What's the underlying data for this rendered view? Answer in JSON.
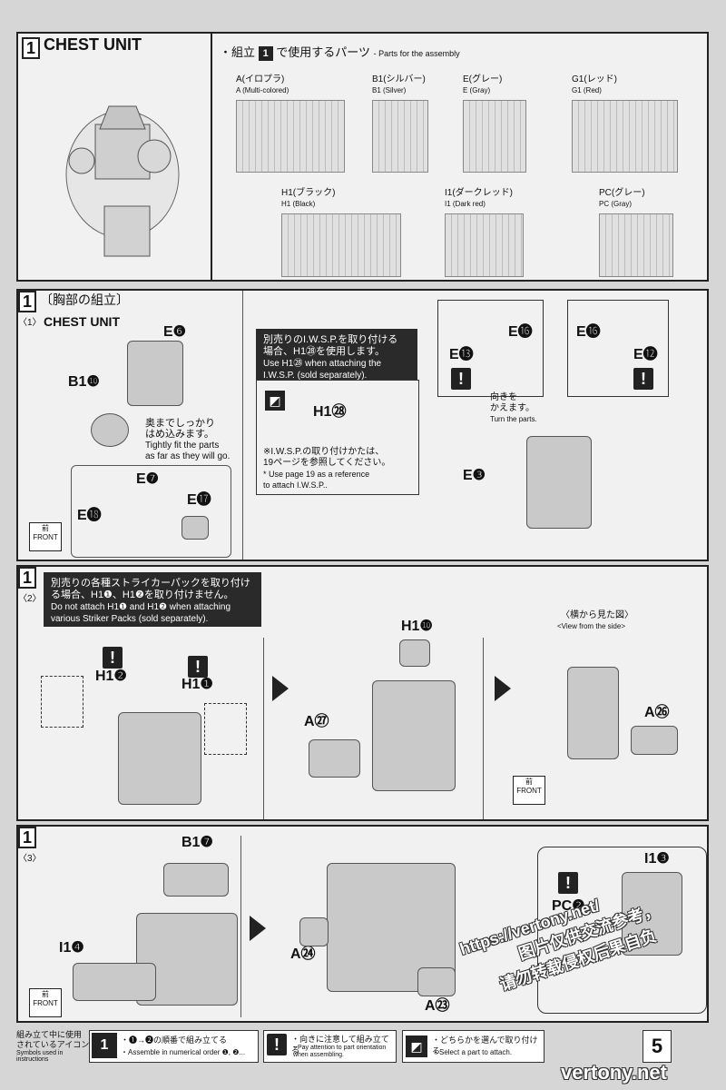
{
  "step1": {
    "num": "1",
    "title": "CHEST UNIT",
    "parts_title_jp": "・組立",
    "parts_title_jp2": "で使用するパーツ",
    "parts_title_en": "- Parts for the assembly",
    "runners": [
      {
        "jp": "A(イロプラ)",
        "en": "A (Multi-colored)"
      },
      {
        "jp": "B1(シルバー)",
        "en": "B1 (Silver)"
      },
      {
        "jp": "E(グレー)",
        "en": "E (Gray)"
      },
      {
        "jp": "G1(レッド)",
        "en": "G1 (Red)"
      },
      {
        "jp": "H1(ブラック)",
        "en": "H1 (Black)"
      },
      {
        "jp": "I1(ダークレッド)",
        "en": "I1 (Dark red)"
      },
      {
        "jp": "PC(グレー)",
        "en": "PC (Gray)"
      }
    ]
  },
  "sub1": {
    "num": "1",
    "sub": "〈1〉",
    "title_jp": "〔胸部の組立〕",
    "title_en": "CHEST UNIT",
    "labels": {
      "e6": "E❻",
      "b1_10": "B1❿",
      "e7": "E❼",
      "e17": "E⓱",
      "e18": "E⓲",
      "e16a": "E⓰",
      "e13": "E⓭",
      "e16b": "E⓰",
      "e12": "E⓬",
      "e3": "E❸",
      "h1_28": "H1㉘"
    },
    "tight_jp": "奥までしっかり\nはめ込みます。",
    "tight_en": "Tightly fit the parts\nas far as they will go.",
    "iwsp_jp": "別売りのI.W.S.P.を取り付ける\n場合、H1㉘を使用します。",
    "iwsp_en": "Use H1㉘ when attaching the\nI.W.S.P. (sold separately).",
    "ref_jp": "※I.W.S.P.の取り付けかたは、\n19ページを参照してください。",
    "ref_en": "* Use page 19 as a reference\nto attach I.W.S.P..",
    "turn_jp": "向きを\nかえます。",
    "turn_en": "Turn the parts.",
    "front_jp": "前",
    "front_en": "FRONT"
  },
  "sub2": {
    "num": "1",
    "sub": "〈2〉",
    "warn_jp": "別売りの各種ストライカーパックを取り付け\nる場合、H1❶、H1❷を取り付けません。",
    "warn_en": "Do not attach H1❶ and H1❷ when attaching\nvarious Striker Packs (sold separately).",
    "labels": {
      "h1_2": "H1❷",
      "h1_1": "H1❶",
      "h1_10": "H1❿",
      "a27": "A㉗",
      "a26": "A㉖"
    },
    "side_jp": "〈横から見た図〉",
    "side_en": "<View from the side>",
    "front_jp": "前",
    "front_en": "FRONT"
  },
  "sub3": {
    "num": "1",
    "sub": "〈3〉",
    "labels": {
      "b1_7": "B1❼",
      "i1_4": "I1❹",
      "a24": "A㉔",
      "a23": "A㉓",
      "i1_3": "I1❸",
      "pc2": "PC❷"
    },
    "front_jp": "前",
    "front_en": "FRONT"
  },
  "footer": {
    "icons_jp": "組み立て中に使用\nされているアイコン",
    "icons_en": "Symbols used in instructions",
    "order_jp": "・❶→❷の順番で組み立てる",
    "order_en": "・Assemble in numerical order ❶, ❷...",
    "attn_jp": "・向きに注意して組み立てる",
    "attn_en": "・Pay attention to part orientation\n when assembling.",
    "select_jp": "・どちらかを選んで取り付ける",
    "select_en": "・Select a part to attach.",
    "page": "5",
    "site": "vertony.net"
  },
  "watermark": {
    "url": "https://vertony.net/",
    "line1": "图片仅供交流参考，",
    "line2": "请勿转载侵权后果自负"
  }
}
